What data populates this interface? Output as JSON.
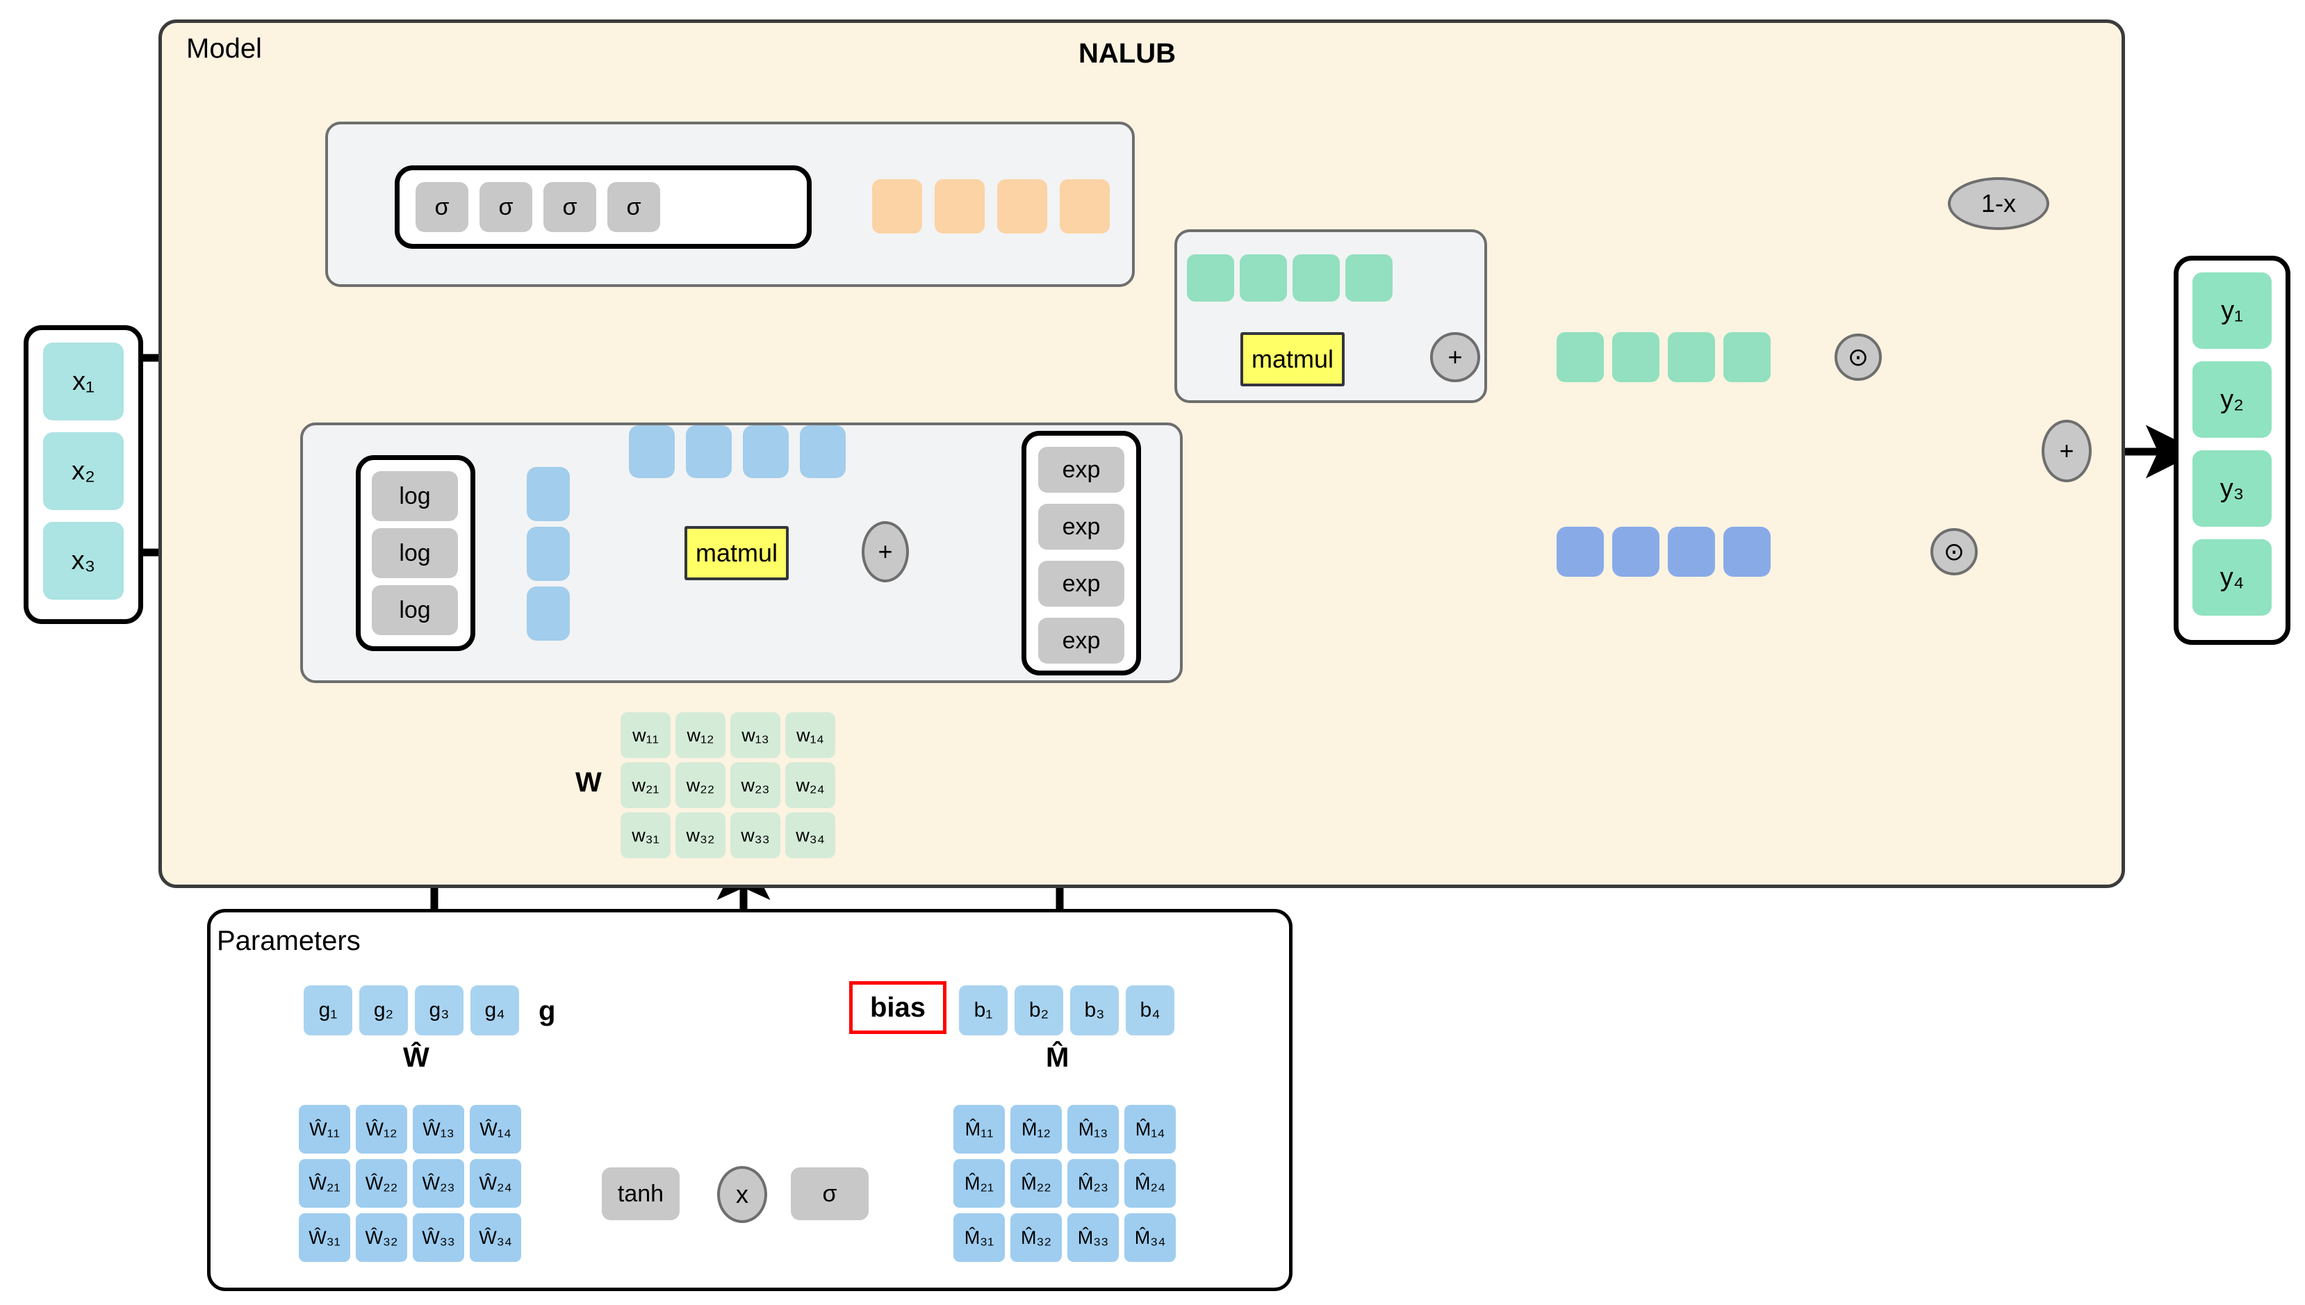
{
  "diagram": {
    "title": "NALUB",
    "model_label": "Model",
    "parameters_label": "Parameters",
    "colors": {
      "model_bg": "#fdf3e1",
      "sub_panel_bg": "#f2f3f4",
      "op_gray": "#c8c8c8",
      "matmul_yellow": "#ffff66",
      "input_cyan": "#ace3e3",
      "output_mint": "#8fe3c0",
      "vector_blue_light": "#a2cdec",
      "vector_blue_periwinkle": "#88abe8",
      "gate_orange": "#fbd3a4",
      "weight_green": "#d4ebd8",
      "param_blue": "#a8d3f0",
      "bias_highlight": "#ff0000"
    }
  },
  "input_vector": {
    "name": "x",
    "cells": [
      "x₁",
      "x₂",
      "x₃"
    ]
  },
  "output_vector": {
    "name": "y",
    "cells": [
      "y₁",
      "y₂",
      "y₃",
      "y₄"
    ]
  },
  "gate_branch": {
    "activations": [
      "σ",
      "σ",
      "σ",
      "σ"
    ],
    "gate_vector_len": 4,
    "inverse_op": "1-x"
  },
  "log_branch": {
    "log_ops": [
      "log",
      "log",
      "log"
    ],
    "log_vector_len": 3,
    "matmul_label": "matmul",
    "product_vector_len": 4,
    "add_op": "+",
    "exp_ops": [
      "exp",
      "exp",
      "exp",
      "exp"
    ],
    "exp_out_vector_len": 4
  },
  "linear_branch": {
    "matmul_label": "matmul",
    "product_vector_len": 4,
    "add_op": "+",
    "out_vector_len": 4
  },
  "combine": {
    "hadamard_top": "⊙",
    "hadamard_bottom": "⊙",
    "sum_op": "+"
  },
  "weight_matrix": {
    "label": "W",
    "rows": [
      [
        "w₁₁",
        "w₁₂",
        "w₁₃",
        "w₁₄"
      ],
      [
        "w₂₁",
        "w₂₂",
        "w₂₃",
        "w₂₄"
      ],
      [
        "w₃₁",
        "w₃₂",
        "w₃₃",
        "w₃₄"
      ]
    ]
  },
  "parameters": {
    "g_label": "g",
    "g_cells": [
      "g₁",
      "g₂",
      "g₃",
      "g₄"
    ],
    "w_hat_label": "Ŵ",
    "w_hat_rows": [
      [
        "Ŵ₁₁",
        "Ŵ₁₂",
        "Ŵ₁₃",
        "Ŵ₁₄"
      ],
      [
        "Ŵ₂₁",
        "Ŵ₂₂",
        "Ŵ₂₃",
        "Ŵ₂₄"
      ],
      [
        "Ŵ₃₁",
        "Ŵ₃₂",
        "Ŵ₃₃",
        "Ŵ₃₄"
      ]
    ],
    "bias_label": "bias",
    "b_cells": [
      "b₁",
      "b₂",
      "b₃",
      "b₄"
    ],
    "m_hat_label": "M̂",
    "m_hat_rows": [
      [
        "M̂₁₁",
        "M̂₁₂",
        "M̂₁₃",
        "M̂₁₄"
      ],
      [
        "M̂₂₁",
        "M̂₂₂",
        "M̂₂₃",
        "M̂₂₄"
      ],
      [
        "M̂₃₁",
        "M̂₃₂",
        "M̂₃₃",
        "M̂₃₄"
      ]
    ],
    "tanh_label": "tanh",
    "mult_label": "x",
    "sigma_label": "σ"
  }
}
